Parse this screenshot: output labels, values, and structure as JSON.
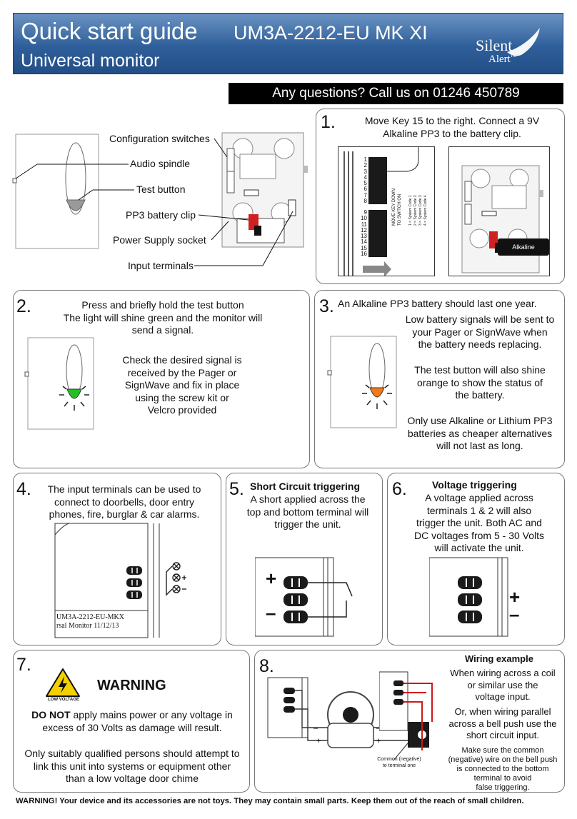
{
  "header": {
    "title": "Quick start guide",
    "model": "UM3A-2212-EU MK XI",
    "subtitle": "Universal monitor",
    "logo_line1": "Silent",
    "logo_line2": "Alert",
    "logo_tm": "™"
  },
  "questions": "Any questions? Call us on 01246 450789",
  "overview": {
    "callouts": [
      "Configuration switches",
      "Audio spindle",
      "Test button",
      "PP3 battery clip",
      "Power Supply socket",
      "Input terminals"
    ]
  },
  "step1": {
    "num": "1.",
    "line1": "Move Key 15 to the right. Connect a 9V",
    "line2": "Alkaline PP3 to the battery clip.",
    "switch_numbers_top": [
      "1",
      "2",
      "3",
      "4",
      "5",
      "6",
      "7",
      "8"
    ],
    "switch_numbers_bottom": [
      "9",
      "10",
      "11",
      "12",
      "13",
      "14",
      "15",
      "16"
    ],
    "legend_move": "MOVE KEY DOWN",
    "legend_switch": "TO SWITCH ON",
    "legend_codes": [
      "1 = System Code 1",
      "2 = System Code 2",
      "3 = System Code 3",
      "4 = System Code 4"
    ],
    "battery_label": "Alkaline"
  },
  "step2": {
    "num": "2.",
    "line1": "Press and briefly hold the test button",
    "line2": "The light will shine green and the monitor will",
    "line3": "send a signal.",
    "p1": "Check the desired signal is",
    "p2": "received by the Pager or",
    "p3": "SignWave and fix in place",
    "p4": "using the screw kit or",
    "p5": "Velcro provided",
    "led_color": "#22c022"
  },
  "step3": {
    "num": "3.",
    "line1": "An Alkaline PP3 battery should last one year.",
    "a1": "Low battery signals will be sent to",
    "a2": "your Pager or SignWave when",
    "a3": "the battery needs replacing.",
    "b1": "The test button will also shine",
    "b2": "orange to show the status of",
    "b3": "the battery.",
    "c1": "Only use Alkaline or Lithium PP3",
    "c2": "batteries as cheaper alternatives",
    "c3": "will not last as long.",
    "led_color": "#f07a1a"
  },
  "step4": {
    "num": "4.",
    "line1": "The input terminals can be used to",
    "line2": "connect to doorbells, door entry",
    "line3": "phones, fire, burglar & car alarms.",
    "label1": "UM3A-2212-EU-MKX",
    "label2": "rsal Monitor 11/12/13"
  },
  "step5": {
    "num": "5.",
    "title": "Short Circuit triggering",
    "line1": "A short applied across the",
    "line2": "top and bottom terminal will",
    "line3": "trigger the unit.",
    "plus": "+",
    "minus": "–"
  },
  "step6": {
    "num": "6.",
    "title": "Voltage triggering",
    "line1": "A voltage applied across",
    "line2": "terminals 1 & 2 will also",
    "line3": "trigger the unit. Both AC and",
    "line4": "DC voltages from 5 - 30 Volts",
    "line5": "will activate the unit.",
    "plus": "+",
    "minus": "–"
  },
  "step7": {
    "num": "7.",
    "warning": "WARNING",
    "low_voltage": "LOW VOLTAGE",
    "w1_bold": "DO NOT",
    "w1_rest": " apply mains power or any voltage in",
    "w2": "excess of 30 Volts as damage will result.",
    "q1": "Only suitably qualified persons should attempt to",
    "q2": "link this unit into systems or equipment other",
    "q3": "than a low voltage door chime"
  },
  "step8": {
    "num": "8.",
    "title": "Wiring example",
    "a1": "When wiring across a coil",
    "a2": "or similar use the",
    "a3": "voltage input.",
    "b1": "Or, when wiring parallel",
    "b2": "across a bell push use the",
    "b3": "short circuit input.",
    "c1": "Make sure the common",
    "c2": "(negative) wire on the bell push",
    "c3": "is connected to the bottom",
    "c4": "terminal  to avoid",
    "c5": "false triggering.",
    "common1": "Common (negative)",
    "common2": "to terminal one",
    "wire_color": "#d01818"
  },
  "footer": "WARNING! Your device and its accessories are not toys. They may contain small parts. Keep them out of the reach of small children."
}
